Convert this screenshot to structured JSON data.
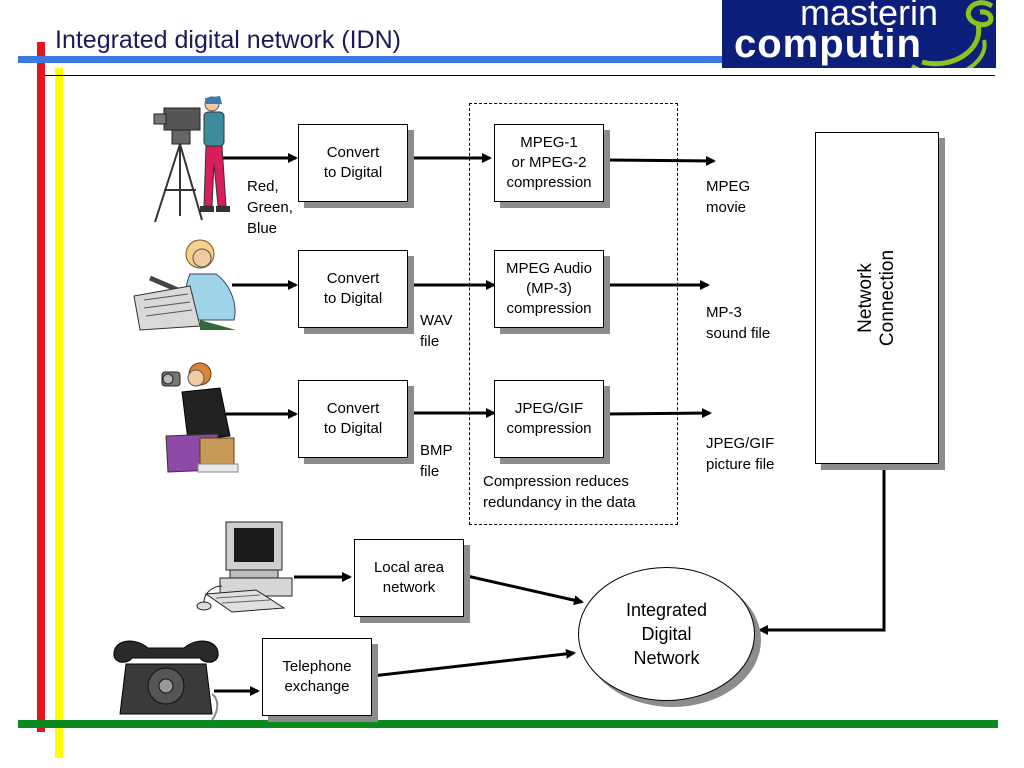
{
  "header": {
    "title": "Integrated digital network (IDN)",
    "logo_line1": "masterin",
    "logo_line2": "computin",
    "logo_glyph": "g"
  },
  "rows": [
    {
      "convert_label": "Convert\nto Digital",
      "compression_label": "MPEG-1\nor MPEG-2\ncompression",
      "input_label": "Red,\nGreen,\nBlue",
      "output_label": "MPEG\nmovie"
    },
    {
      "convert_label": "Convert\nto Digital",
      "compression_label": "MPEG Audio\n(MP-3)\ncompression",
      "input_label": "WAV\nfile",
      "output_label": "MP-3\nsound file"
    },
    {
      "convert_label": "Convert\nto Digital",
      "compression_label": "JPEG/GIF\ncompression",
      "input_label": "BMP\nfile",
      "output_label": "JPEG/GIF\npicture file"
    }
  ],
  "compression_note": "Compression reduces\nredundancy in the data",
  "network_connection": "Network\nConnection",
  "lan_label": "Local area\nnetwork",
  "telephone_label": "Telephone\nexchange",
  "idn_label": "Integrated\nDigital\nNetwork",
  "colors": {
    "red_bar": "#e8141c",
    "yellow_bar": "#ffff00",
    "blue_rule": "#3b78e0",
    "green_rule": "#0a8a1e",
    "logo_bg": "#0c1f7a",
    "logo_swoosh": "#8ec21c"
  },
  "icons": [
    "camera-operator-icon",
    "sound-engineer-icon",
    "photographer-icon",
    "desktop-computer-icon",
    "telephone-icon"
  ]
}
